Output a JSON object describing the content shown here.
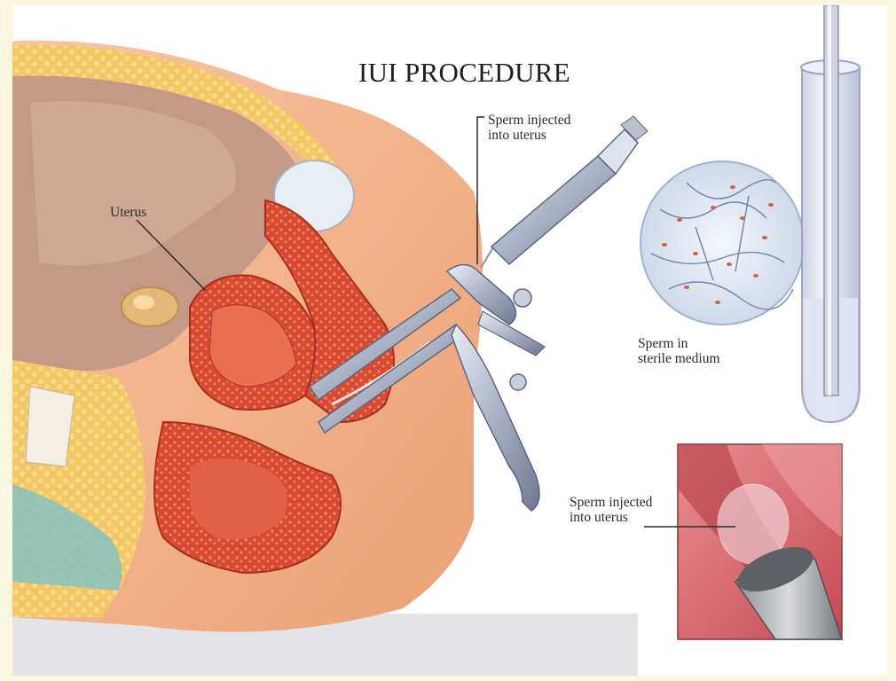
{
  "title": "IUI PROCEDURE",
  "labels": {
    "uterus": "Uterus",
    "syringe_line1": "Sperm injected",
    "syringe_line2": "into uterus",
    "medium_line1": "Sperm in",
    "medium_line2": "sterile medium",
    "inset_line1": "Sperm injected",
    "inset_line2": "into uterus"
  },
  "colors": {
    "tissue_red": "#d9503a",
    "fat_yellow": "#f1c25a",
    "skin": "#f4b48c",
    "instrument": "#aeb6c8",
    "background": "#fbf6df"
  }
}
